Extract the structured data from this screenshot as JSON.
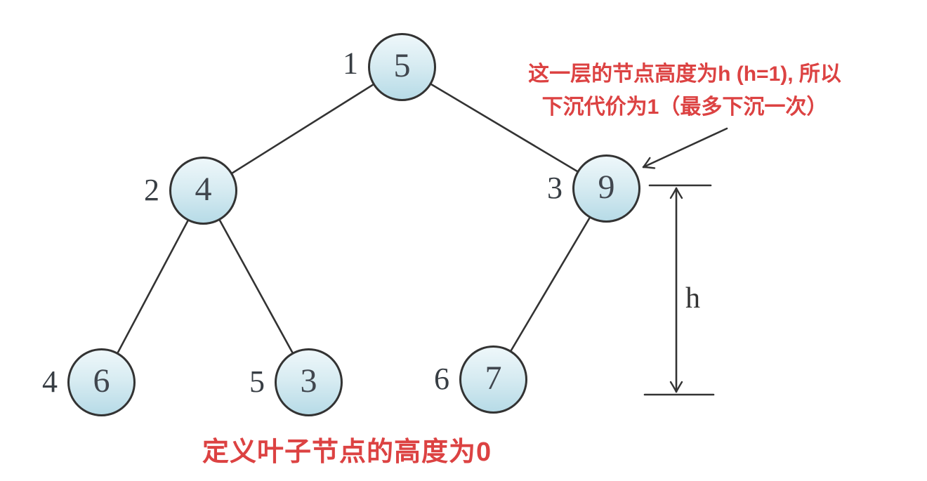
{
  "title": "heap-sift-down-height-diagram",
  "colors": {
    "background": "#ffffff",
    "line": "#333333",
    "red": "#dc4242",
    "node_border": "#333333",
    "node_fill_top": "#eef7fa",
    "node_fill_mid": "#d8ecf2",
    "node_fill_bottom": "#b7dbe7",
    "node_text": "#40464e",
    "index_text": "#383e44"
  },
  "tree": {
    "nodes": [
      {
        "index": "1",
        "value": "5"
      },
      {
        "index": "2",
        "value": "4"
      },
      {
        "index": "3",
        "value": "9"
      },
      {
        "index": "4",
        "value": "6"
      },
      {
        "index": "5",
        "value": "3"
      },
      {
        "index": "6",
        "value": "7"
      }
    ],
    "edges": [
      [
        "1",
        "2"
      ],
      [
        "1",
        "3"
      ],
      [
        "2",
        "4"
      ],
      [
        "2",
        "5"
      ],
      [
        "3",
        "6"
      ]
    ]
  },
  "annotations": {
    "sink_cost_line1": "这一层的节点高度为h (h=1), 所以",
    "sink_cost_line2": "下沉代价为1（最多下沉一次）",
    "leaf_height_note": "定义叶子节点的高度为0",
    "height_label": "h"
  }
}
